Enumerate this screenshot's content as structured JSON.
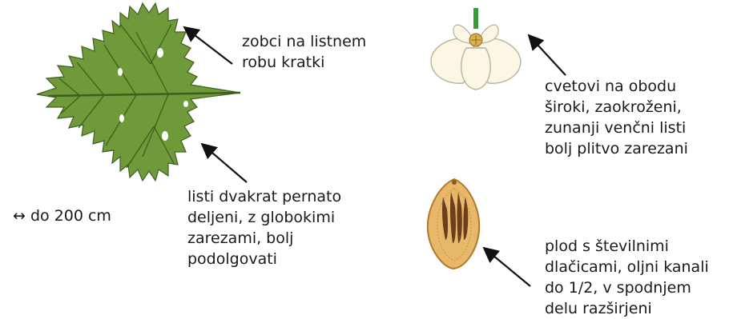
{
  "size_label": "↔ do 200 cm",
  "labels": {
    "leaf_teeth": [
      "zobci na listnem",
      "robu kratki"
    ],
    "leaf_shape": [
      "listi dvakrat pernato",
      "deljeni, z globokimi",
      "zarezami, bolj",
      "podolgovati"
    ],
    "flowers": [
      "cvetovi na obodu",
      "široki, zaokroženi,",
      "zunanji venčni listi",
      "bolj plitvo zarezani"
    ],
    "fruit": [
      "plod s številnimi",
      "dlačicami, oljni kanali",
      "do 1/2, v spodnjem",
      "delu razširjeni"
    ]
  },
  "colors": {
    "leaf_fill": "#6f9a3a",
    "leaf_vein": "#3e5e1c",
    "petal_fill": "#fbf7e4",
    "petal_stroke": "#b8b49a",
    "stem_green": "#3a9a3a",
    "flower_center": "#d9b14a",
    "fruit_fill": "#e8b86a",
    "fruit_stroke": "#b07a2a",
    "fruit_canal": "#6b3f1a",
    "arrow": "#111111"
  }
}
